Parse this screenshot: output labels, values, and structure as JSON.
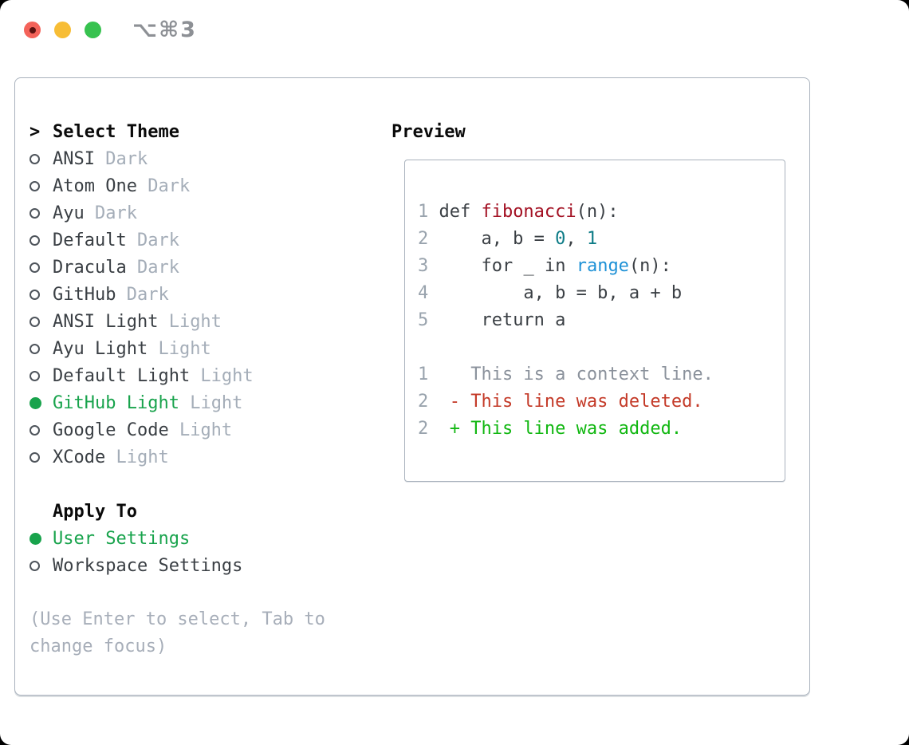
{
  "window": {
    "title": "⌥⌘3",
    "traffic_lights": [
      {
        "name": "close",
        "color": "#f4635a"
      },
      {
        "name": "minimize",
        "color": "#f7bd35"
      },
      {
        "name": "zoom",
        "color": "#37c24f"
      }
    ]
  },
  "theme_panel": {
    "prompt": ">",
    "header": "Select Theme",
    "items": [
      {
        "name": "ANSI",
        "variant": "Dark",
        "selected": false
      },
      {
        "name": "Atom One",
        "variant": "Dark",
        "selected": false
      },
      {
        "name": "Ayu",
        "variant": "Dark",
        "selected": false
      },
      {
        "name": "Default",
        "variant": "Dark",
        "selected": false
      },
      {
        "name": "Dracula",
        "variant": "Dark",
        "selected": false
      },
      {
        "name": "GitHub",
        "variant": "Dark",
        "selected": false
      },
      {
        "name": "ANSI Light",
        "variant": "Light",
        "selected": false
      },
      {
        "name": "Ayu Light",
        "variant": "Light",
        "selected": false
      },
      {
        "name": "Default Light",
        "variant": "Light",
        "selected": false
      },
      {
        "name": "GitHub Light",
        "variant": "Light",
        "selected": true
      },
      {
        "name": "Google Code",
        "variant": "Light",
        "selected": false
      },
      {
        "name": "XCode",
        "variant": "Light",
        "selected": false
      }
    ],
    "apply_to": {
      "header": "Apply To",
      "options": [
        {
          "label": "User Settings",
          "selected": true
        },
        {
          "label": "Workspace Settings",
          "selected": false
        }
      ]
    },
    "hint_lines": [
      "(Use Enter to select, Tab to",
      "change focus)"
    ]
  },
  "preview": {
    "header": "Preview",
    "code_lines": [
      {
        "num": "1",
        "tokens": [
          {
            "t": "def ",
            "s": "kw"
          },
          {
            "t": "fibonacci",
            "s": "func"
          },
          {
            "t": "(n):",
            "s": "plain"
          }
        ]
      },
      {
        "num": "2",
        "tokens": [
          {
            "t": "    a, b = ",
            "s": "plain"
          },
          {
            "t": "0",
            "s": "num"
          },
          {
            "t": ", ",
            "s": "plain"
          },
          {
            "t": "1",
            "s": "num"
          }
        ]
      },
      {
        "num": "3",
        "tokens": [
          {
            "t": "    ",
            "s": "plain"
          },
          {
            "t": "for",
            "s": "kw"
          },
          {
            "t": " _ ",
            "s": "plain"
          },
          {
            "t": "in",
            "s": "kw"
          },
          {
            "t": " ",
            "s": "plain"
          },
          {
            "t": "range",
            "s": "call"
          },
          {
            "t": "(n):",
            "s": "plain"
          }
        ]
      },
      {
        "num": "4",
        "tokens": [
          {
            "t": "        a, b = b, a + b",
            "s": "plain"
          }
        ]
      },
      {
        "num": "5",
        "tokens": [
          {
            "t": "    ",
            "s": "plain"
          },
          {
            "t": "return",
            "s": "kw"
          },
          {
            "t": " a",
            "s": "plain"
          }
        ]
      },
      {
        "num": "",
        "tokens": []
      },
      {
        "num": "1",
        "tokens": [
          {
            "t": "   This is a context line.",
            "s": "ctx"
          }
        ]
      },
      {
        "num": "2",
        "tokens": [
          {
            "t": " ",
            "s": "plain"
          },
          {
            "t": "- This line was deleted.",
            "s": "del"
          }
        ]
      },
      {
        "num": "2",
        "tokens": [
          {
            "t": " ",
            "s": "plain"
          },
          {
            "t": "+ This line was added.",
            "s": "add"
          }
        ]
      }
    ]
  },
  "colors": {
    "accent_green": "#18a34c",
    "added_green": "#11b711",
    "deleted_red": "#c43a28",
    "function_red": "#a31123",
    "number_teal": "#0e7c87",
    "call_blue": "#1e91d6",
    "muted_gray": "#a4adb8",
    "text_dark": "#3a3f44",
    "border_gray": "#a9b2bd"
  }
}
